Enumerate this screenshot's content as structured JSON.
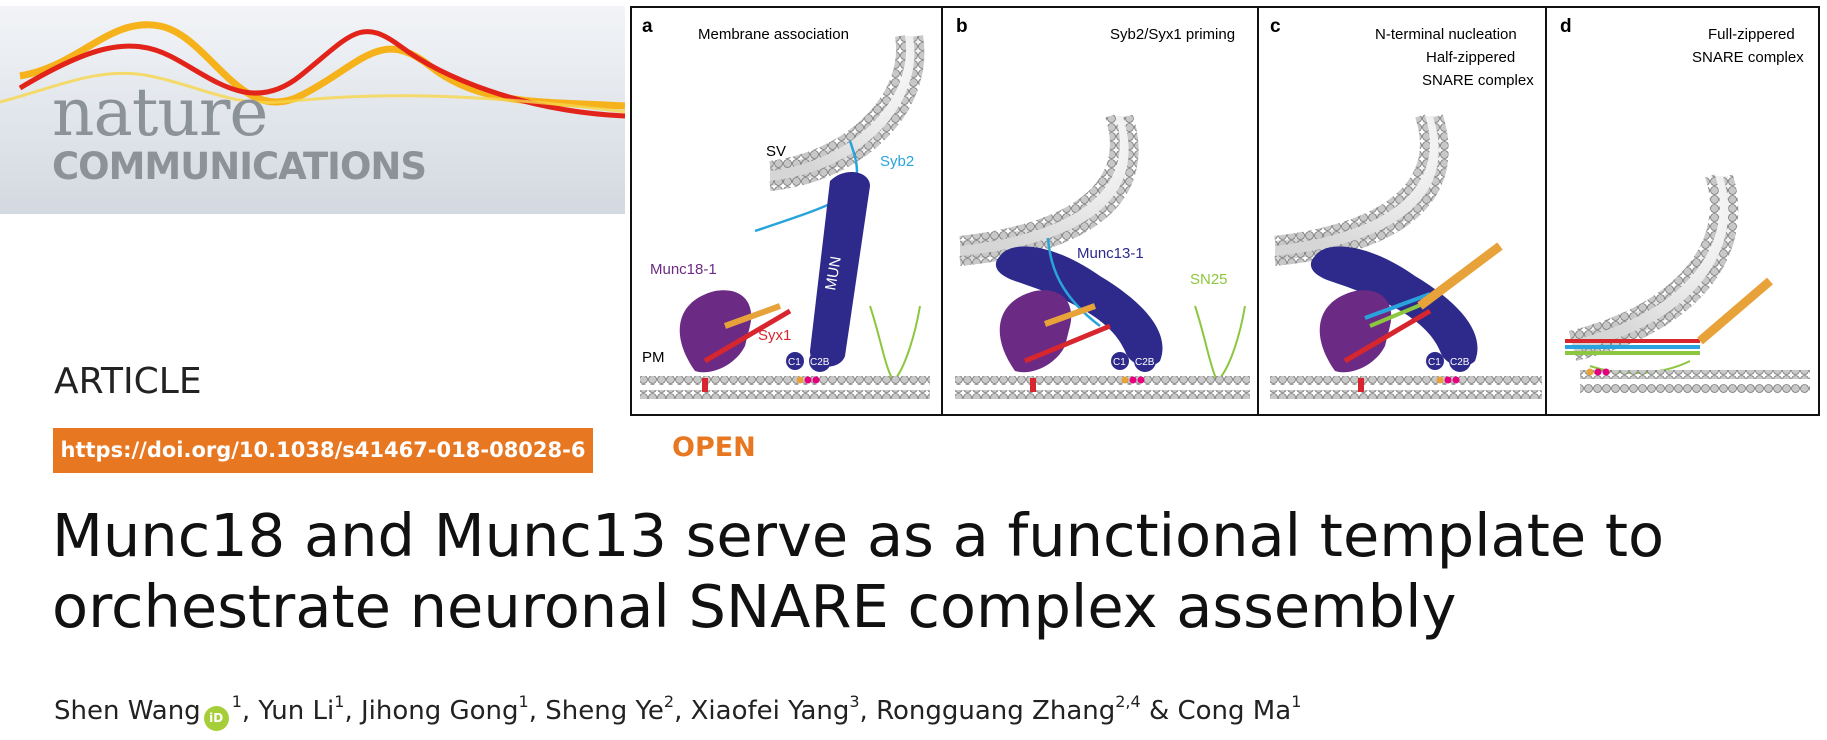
{
  "logo": {
    "line1": "nature",
    "line2": "COMMUNICATIONS"
  },
  "article_type": "ARTICLE",
  "doi": "https://doi.org/10.1038/s41467-018-08028-6",
  "access": "OPEN",
  "title": "Munc18 and Munc13 serve as a functional template to orchestrate neuronal SNARE complex assembly",
  "orcid_mark": "iD",
  "authors": [
    {
      "name": "Shen Wang",
      "aff": "1",
      "orcid": true
    },
    {
      "name": "Yun Li",
      "aff": "1"
    },
    {
      "name": "Jihong Gong",
      "aff": "1"
    },
    {
      "name": "Sheng Ye",
      "aff": "2"
    },
    {
      "name": "Xiaofei Yang",
      "aff": "3"
    },
    {
      "name": "Rongguang Zhang",
      "aff": "2,4"
    },
    {
      "name": "Cong Ma",
      "aff": "1"
    }
  ],
  "author_separators": {
    "comma": ", ",
    "last": " & "
  },
  "figure": {
    "panels": [
      {
        "letter": "a",
        "title_lines": [
          "Membrane association"
        ]
      },
      {
        "letter": "b",
        "title_lines": [
          "Syb2/Syx1 priming"
        ]
      },
      {
        "letter": "c",
        "title_lines": [
          "N-terminal nucleation",
          "Half-zippered",
          "SNARE complex"
        ]
      },
      {
        "letter": "d",
        "title_lines": [
          "Full-zippered",
          "SNARE complex"
        ]
      }
    ],
    "labels": {
      "sv": "SV",
      "syb2": "Syb2",
      "mun": "MUN",
      "munc18": "Munc18-1",
      "syx1": "Syx1",
      "pm": "PM",
      "c1": "C1",
      "c2b": "C2B",
      "munc13": "Munc13-1",
      "sn25": "SN25"
    },
    "colors": {
      "munc18": "#6b2b84",
      "munc13": "#2e2a8c",
      "syb2": "#29a3dc",
      "syx1": "#d7262e",
      "sn25": "#8dc63f",
      "membrane_bead": "#bdbdbd",
      "orange": "#e8a23a",
      "magenta": "#e6007e"
    }
  }
}
